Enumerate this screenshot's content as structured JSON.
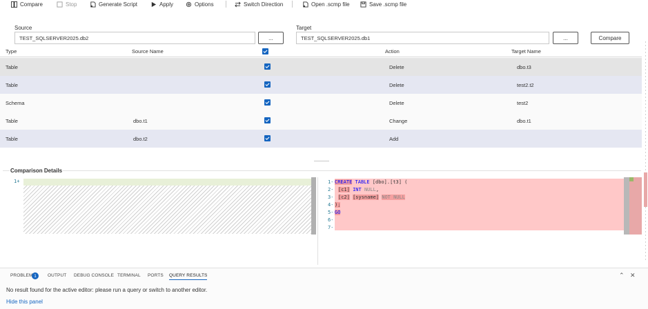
{
  "toolbar": {
    "compare": "Compare",
    "stop": "Stop",
    "generate_script": "Generate Script",
    "apply": "Apply",
    "options": "Options",
    "switch_direction": "Switch Direction",
    "open_scmp": "Open .scmp file",
    "save_scmp": "Save .scmp file"
  },
  "source": {
    "label": "Source",
    "value": "TEST_SQLSERVER2025.db2",
    "browse": "..."
  },
  "target": {
    "label": "Target",
    "value": "TEST_SQLSERVER2025.db1",
    "browse": "...",
    "compare": "Compare"
  },
  "grid": {
    "headers": {
      "type": "Type",
      "source_name": "Source Name",
      "action": "Action",
      "target_name": "Target Name"
    },
    "rows": [
      {
        "type": "Table",
        "source_name": "",
        "action": "Delete",
        "target_name": "dbo.t3",
        "checked": true
      },
      {
        "type": "Table",
        "source_name": "",
        "action": "Delete",
        "target_name": "test2.t2",
        "checked": true
      },
      {
        "type": "Schema",
        "source_name": "",
        "action": "Delete",
        "target_name": "test2",
        "checked": true
      },
      {
        "type": "Table",
        "source_name": "dbo.t1",
        "action": "Change",
        "target_name": "dbo.t1",
        "checked": true
      },
      {
        "type": "Table",
        "source_name": "dbo.t2",
        "action": "Add",
        "target_name": "",
        "checked": true
      }
    ]
  },
  "details": {
    "title": "Comparison Details",
    "left": {
      "line_numbers": [
        "1+"
      ]
    },
    "right": {
      "line_numbers": [
        "1-",
        "2-",
        "3-",
        "4-",
        "5-",
        "6-",
        "7-"
      ],
      "lines": {
        "l1_kw1": "CREATE",
        "l1_kw2": "TABLE",
        "l1_rest": "[dbo].[t3] (",
        "l2_id": "[c1]",
        "l2_kw": "INT",
        "l2_null": "NULL",
        "l2_end": ",",
        "l3_id": "[c2]",
        "l3_type": "[sysname]",
        "l3_null": "NOT NULL",
        "l4": ");",
        "l5": "GO"
      }
    }
  },
  "panel": {
    "tabs": [
      "PROBLEMS",
      "OUTPUT",
      "DEBUG CONSOLE",
      "TERMINAL",
      "PORTS",
      "QUERY RESULTS"
    ],
    "problems_badge": "1",
    "message": "No result found for the active editor: please run a query or switch to another editor.",
    "hide_link": "Hide this panel"
  },
  "colors": {
    "accent": "#1565c0",
    "deleted_bg": "#ffc8c8",
    "added_bg": "#e8f0d8",
    "row_alt": "#e5e7f2"
  }
}
